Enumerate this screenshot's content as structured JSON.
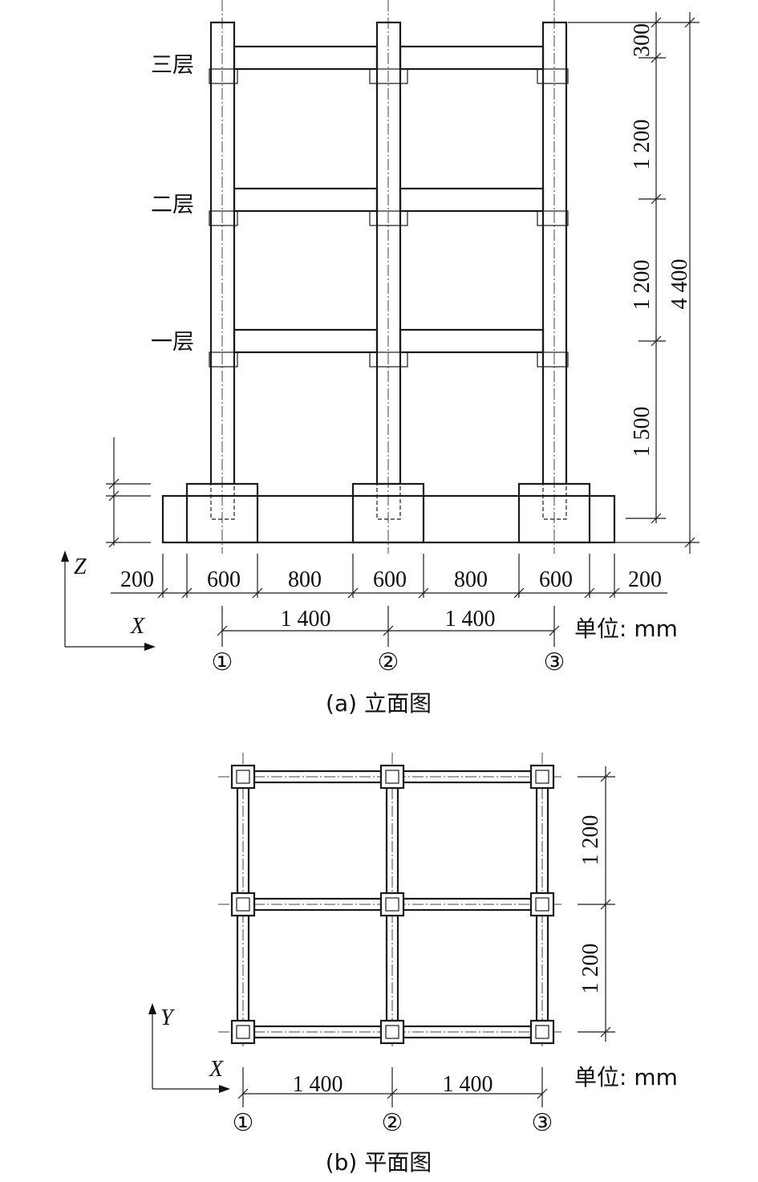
{
  "elevation": {
    "floor_labels": [
      "三层",
      "二层",
      "一层"
    ],
    "bottom_dims": [
      "200",
      "600",
      "800",
      "600",
      "800",
      "600",
      "200"
    ],
    "span_dims": [
      "1 400",
      "1 400"
    ],
    "right_dims": [
      "300",
      "1 200",
      "1 200",
      "1 500"
    ],
    "total_height": "4 400",
    "axis_labels": [
      "①",
      "②",
      "③"
    ],
    "axis_z": "Z",
    "axis_x": "X",
    "unit": "单位: mm",
    "caption": "(a) 立面图"
  },
  "plan": {
    "span_dims": [
      "1 400",
      "1 400"
    ],
    "right_dims": [
      "1 200",
      "1 200"
    ],
    "axis_labels": [
      "①",
      "②",
      "③"
    ],
    "axis_y": "Y",
    "axis_x": "X",
    "unit": "单位: mm",
    "caption": "(b) 平面图"
  }
}
